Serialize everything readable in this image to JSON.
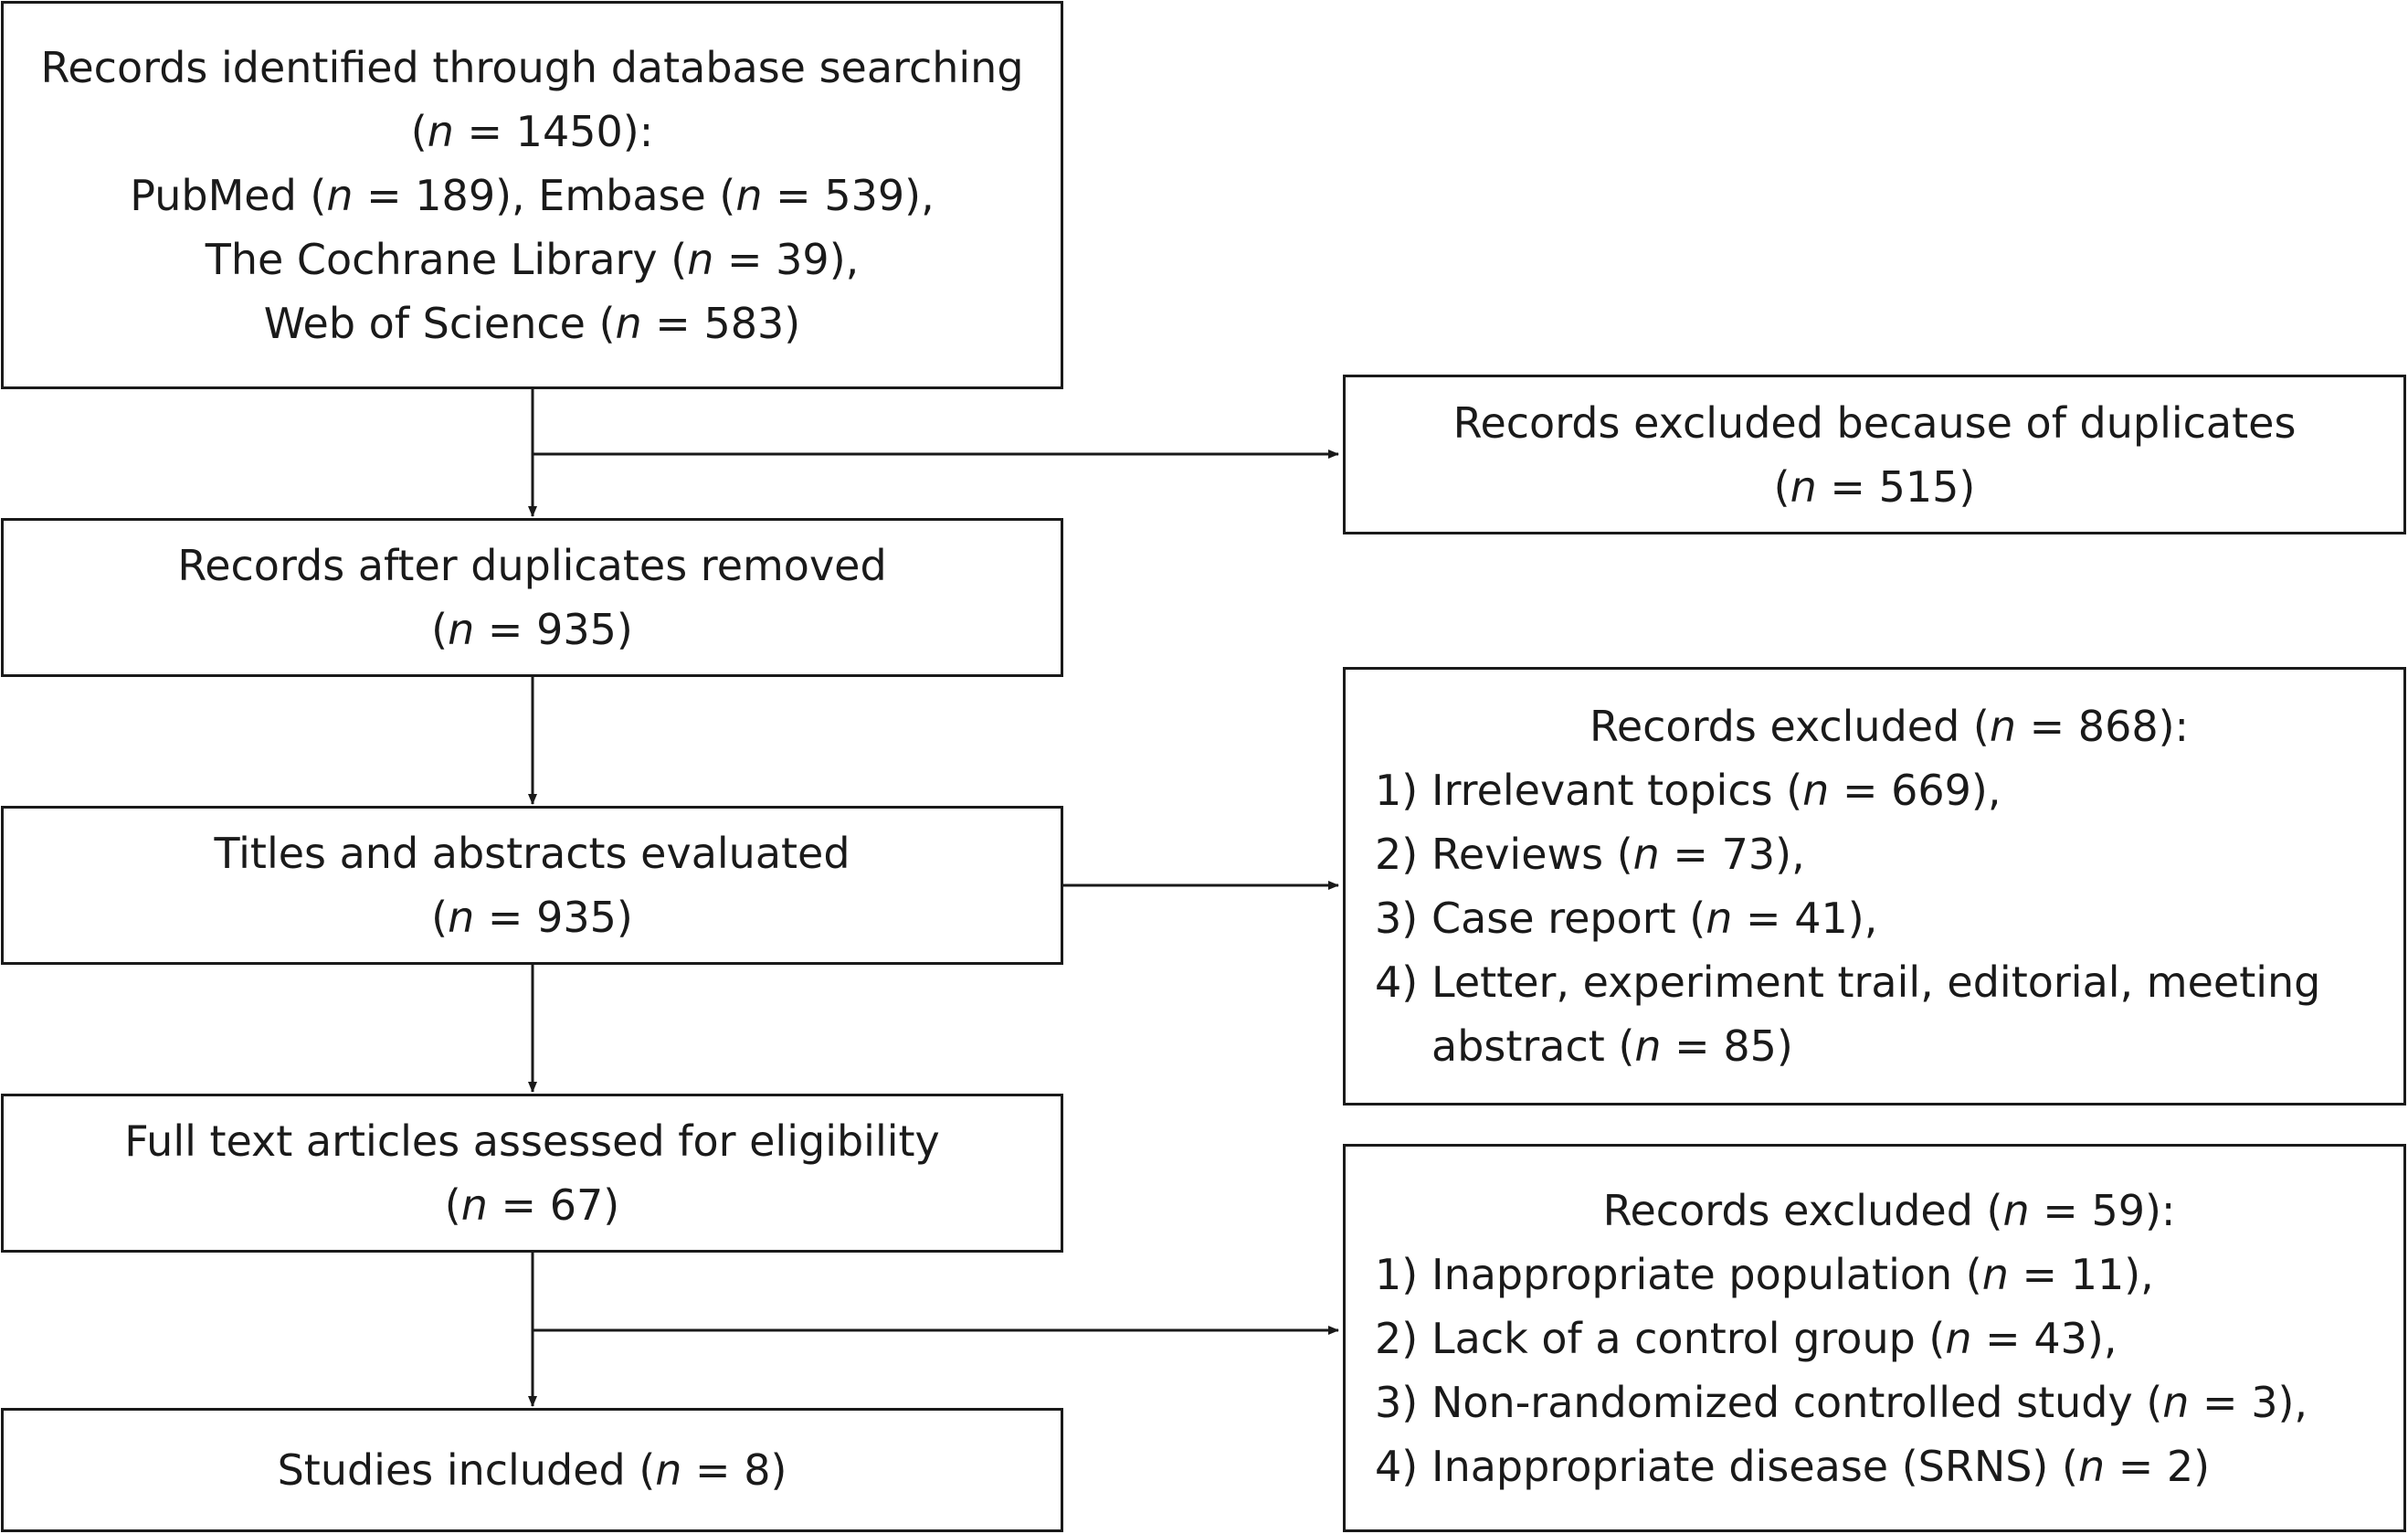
{
  "boxes": {
    "identified": {
      "lines": [
        {
          "pre": "Records identified through database searching",
          "v": "",
          "post": ""
        },
        {
          "pre": "(",
          "v": "n",
          "post": " = 1450):"
        },
        {
          "pre": "PubMed (",
          "v": "n",
          "post": " = 189), Embase ("
        },
        {
          "pre": "The Cochrane Library (",
          "v": "n",
          "post": " = 39),"
        },
        {
          "pre": "Web of Science (",
          "v": "n",
          "post": " = 583)"
        }
      ],
      "line3_extra": {
        "v": "n",
        "post": " = 539),"
      }
    },
    "duplicates_excluded": {
      "lines": [
        {
          "pre": "Records excluded because of duplicates",
          "v": "",
          "post": ""
        },
        {
          "pre": "(",
          "v": "n",
          "post": " = 515)"
        }
      ]
    },
    "after_duplicates": {
      "lines": [
        {
          "pre": "Records after duplicates removed",
          "v": "",
          "post": ""
        },
        {
          "pre": "(",
          "v": "n",
          "post": " = 935)"
        }
      ]
    },
    "screened": {
      "lines": [
        {
          "pre": "Titles and abstracts evaluated",
          "v": "",
          "post": ""
        },
        {
          "pre": "(",
          "v": "n",
          "post": " = 935)"
        }
      ]
    },
    "screen_excluded": {
      "head": {
        "pre": "Records excluded (",
        "v": "n",
        "post": " = 868):"
      },
      "items": [
        {
          "num": "1)",
          "pre": "Irrelevant topics (",
          "v": "n",
          "post": " = 669),"
        },
        {
          "num": "2)",
          "pre": "Reviews (",
          "v": "n",
          "post": " = 73),"
        },
        {
          "num": "3)",
          "pre": "Case report (",
          "v": "n",
          "post": " = 41),"
        },
        {
          "num": "4)",
          "pre": "Letter, experiment trail, editorial, meeting abstract (",
          "v": "n",
          "post": " = 85)"
        }
      ]
    },
    "full_text": {
      "lines": [
        {
          "pre": "Full text articles assessed for eligibility",
          "v": "",
          "post": ""
        },
        {
          "pre": "(",
          "v": "n",
          "post": " = 67)"
        }
      ]
    },
    "fulltext_excluded": {
      "head": {
        "pre": "Records excluded (",
        "v": "n",
        "post": " = 59):"
      },
      "items": [
        {
          "num": "1)",
          "pre": "Inappropriate population (",
          "v": "n",
          "post": " = 11),"
        },
        {
          "num": "2)",
          "pre": "Lack of a control group (",
          "v": "n",
          "post": " = 43),"
        },
        {
          "num": "3)",
          "pre": "Non-randomized controlled study (",
          "v": "n",
          "post": " = 3),"
        },
        {
          "num": "4)",
          "pre": "Inappropriate disease (SRNS) (",
          "v": "n",
          "post": " = 2)"
        }
      ]
    },
    "included": {
      "lines": [
        {
          "pre": "Studies included (",
          "v": "n",
          "post": " = 8)"
        }
      ]
    }
  },
  "colors": {
    "stroke": "#1a1a1a",
    "background": "#ffffff"
  }
}
